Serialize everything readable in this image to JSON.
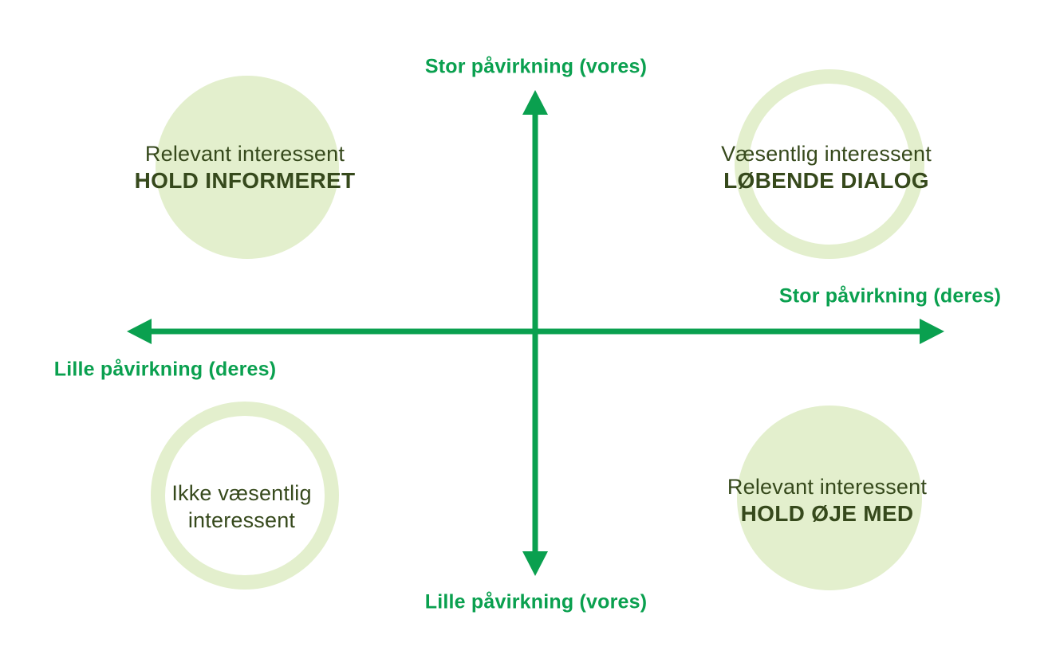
{
  "colors": {
    "axis": "#0aa04f",
    "circle_fill": "#e3efcd",
    "quadrant_text": "#36491c"
  },
  "axis_labels": {
    "top": "Stor påvirkning (vores)",
    "bottom": "Lille påvirkning (vores)",
    "left": "Lille påvirkning (deres)",
    "right": "Stor påvirkning (deres)"
  },
  "quadrants": {
    "top_left": {
      "type": "Relevant interessent",
      "action": "HOLD INFORMERET",
      "circle": "filled"
    },
    "top_right": {
      "type": "Væsentlig interessent",
      "action": "LØBENDE DIALOG",
      "circle": "ring"
    },
    "bottom_left": {
      "type": "Ikke væsentlig interessent",
      "action": "",
      "circle": "ring"
    },
    "bottom_right": {
      "type": "Relevant interessent",
      "action": "HOLD ØJE MED",
      "circle": "filled"
    }
  }
}
